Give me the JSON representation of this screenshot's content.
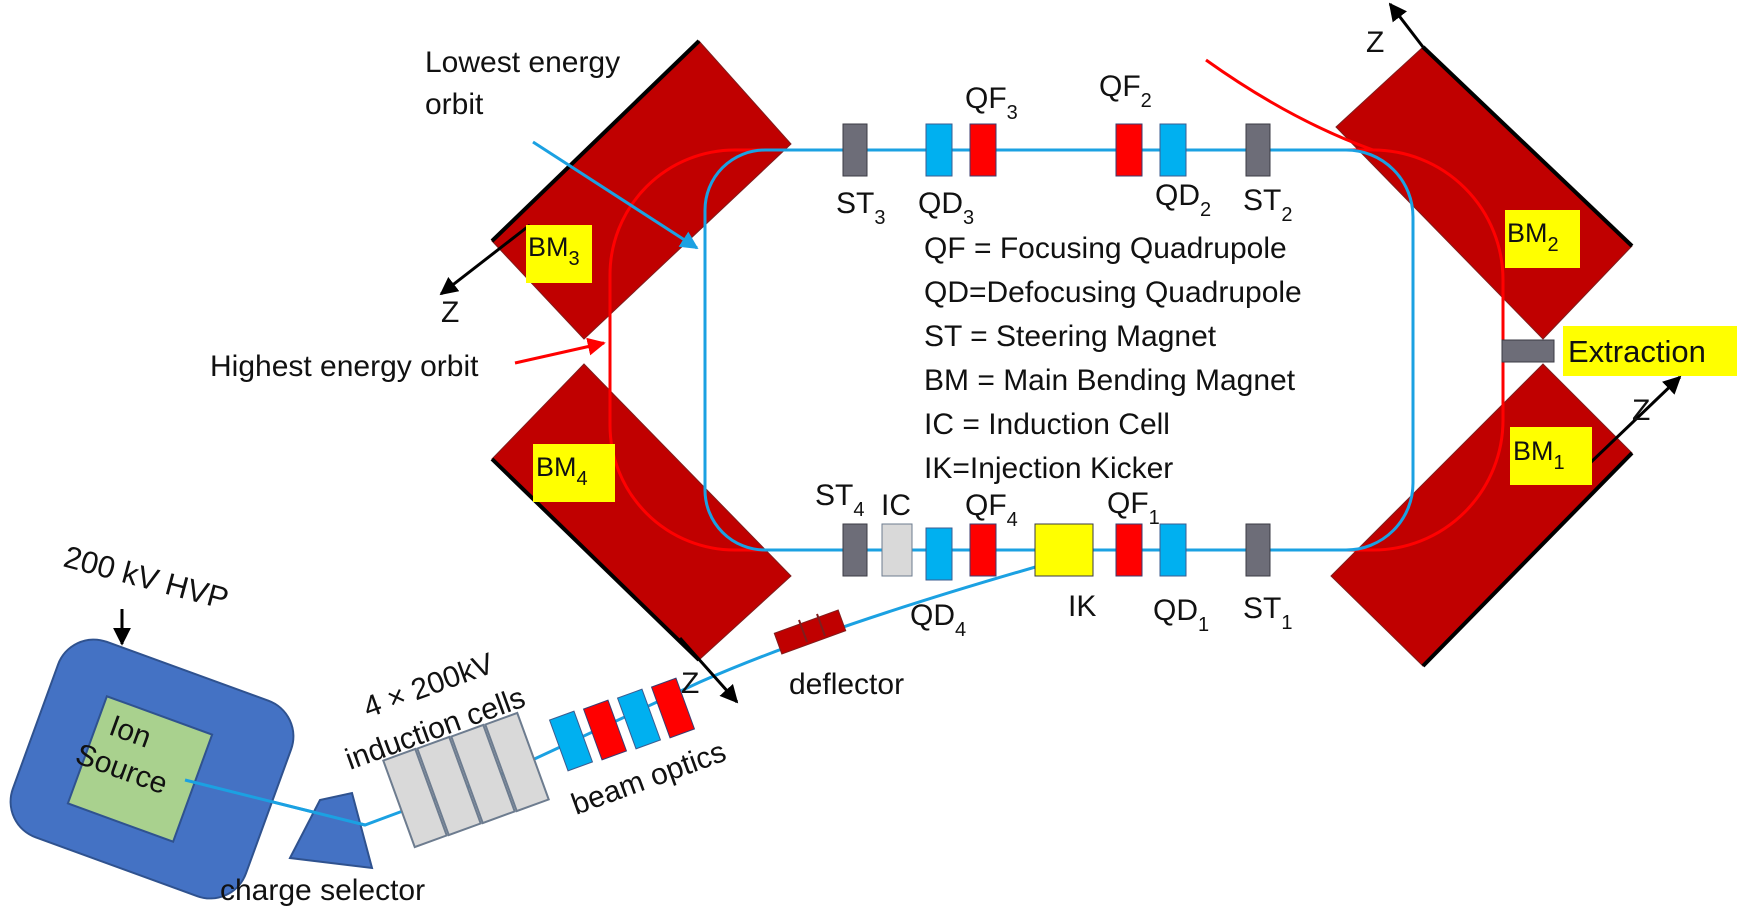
{
  "colors": {
    "bend_magnet": "#c00000",
    "focusing_quad": "#ff0000",
    "defocusing_quad": "#00b0f0",
    "steering_magnet": "#6d6d78",
    "induction_cell": "#d9d9d9",
    "kicker": "#ffff00",
    "label_highlight": "#ffff00",
    "ion_source_housing": "#4472c4",
    "ion_source": "#a9d18e",
    "high_energy_orbit": "#ff0000",
    "low_energy_orbit": "#1ba1e2"
  },
  "magnets": {
    "bm1": {
      "main": "BM",
      "sub": "1"
    },
    "bm2": {
      "main": "BM",
      "sub": "2"
    },
    "bm3": {
      "main": "BM",
      "sub": "3"
    },
    "bm4": {
      "main": "BM",
      "sub": "4"
    }
  },
  "components": {
    "st1": {
      "main": "ST",
      "sub": "1"
    },
    "st2": {
      "main": "ST",
      "sub": "2"
    },
    "st3": {
      "main": "ST",
      "sub": "3"
    },
    "st4": {
      "main": "ST",
      "sub": "4"
    },
    "qf1": {
      "main": "QF",
      "sub": "1"
    },
    "qf2": {
      "main": "QF",
      "sub": "2"
    },
    "qf3": {
      "main": "QF",
      "sub": "3"
    },
    "qf4": {
      "main": "QF",
      "sub": "4"
    },
    "qd1": {
      "main": "QD",
      "sub": "1"
    },
    "qd2": {
      "main": "QD",
      "sub": "2"
    },
    "qd3": {
      "main": "QD",
      "sub": "3"
    },
    "qd4": {
      "main": "QD",
      "sub": "4"
    },
    "ic": "IC",
    "ik": "IK"
  },
  "legend": [
    "QF = Focusing Quadrupole",
    "QD=Defocusing Quadrupole",
    "ST = Steering Magnet",
    "BM = Main Bending Magnet",
    "IC = Induction Cell",
    "IK=Injection Kicker"
  ],
  "annotations": {
    "lowest_orbit_line1": "Lowest energy",
    "lowest_orbit_line2": "orbit",
    "highest_orbit": "Highest energy orbit",
    "extraction": "Extraction",
    "deflector": "deflector",
    "beam_optics": "beam optics",
    "cells_line1": "4 × 200kV",
    "cells_line2": "induction cells",
    "charge_selector": "charge selector",
    "hvp": "200 kV HVP",
    "ion_source_line1": "Ion",
    "ion_source_line2": "Source",
    "axis_z": "Z"
  }
}
